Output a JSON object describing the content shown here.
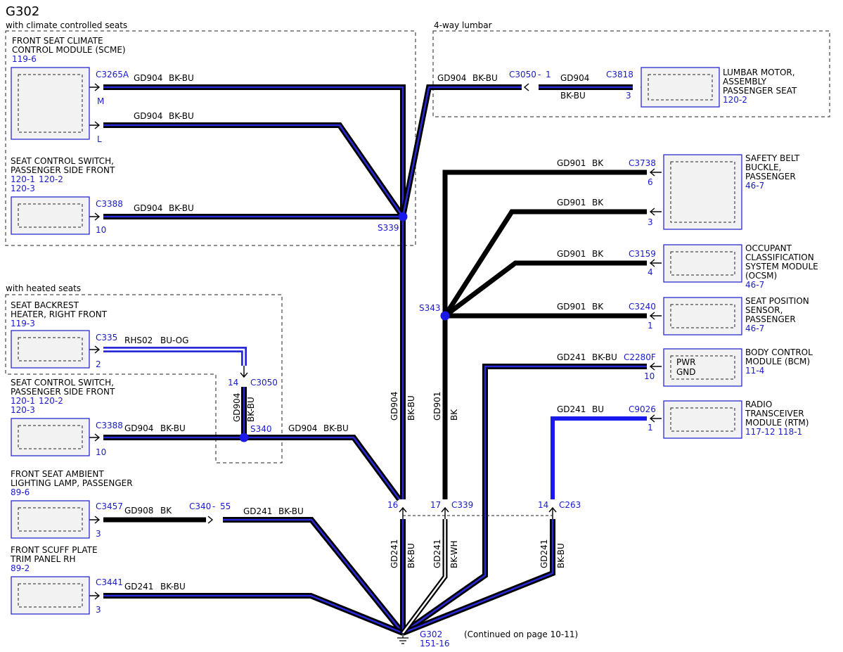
{
  "title": "G302",
  "groups": {
    "climate": "with climate controlled seats",
    "lumbar": "4-way lumbar",
    "heated": "with heated seats"
  },
  "components": {
    "scme": {
      "line1": "FRONT SEAT CLIMATE",
      "line2": "CONTROL MODULE (SCME)",
      "ref": "119-6"
    },
    "ssw1": {
      "line1": "SEAT CONTROL SWITCH,",
      "line2": "PASSENGER SIDE FRONT",
      "ref1": "120-1",
      "ref2": "120-2",
      "ref3": "120-3"
    },
    "lumbar": {
      "line1": "LUMBAR MOTOR,",
      "line2": "ASSEMBLY",
      "line3": "PASSENGER SEAT",
      "ref": "120-2"
    },
    "belt": {
      "line1": "SAFETY BELT",
      "line2": "BUCKLE,",
      "line3": "PASSENGER",
      "ref": "46-7"
    },
    "ocsm": {
      "line1": "OCCUPANT",
      "line2": "CLASSIFICATION",
      "line3": "SYSTEM MODULE",
      "line4": "(OCSM)",
      "ref": "46-7"
    },
    "sps": {
      "line1": "SEAT POSITION",
      "line2": "SENSOR,",
      "line3": "PASSENGER",
      "ref": "46-7"
    },
    "bcm": {
      "line1": "BODY CONTROL",
      "line2": "MODULE (BCM)",
      "ref": "11-4",
      "inner1": "PWR",
      "inner2": "GND"
    },
    "rtm": {
      "line1": "RADIO",
      "line2": "TRANSCEIVER",
      "line3": "MODULE (RTM)",
      "ref": "117-12 118-1"
    },
    "heater": {
      "line1": "SEAT BACKREST",
      "line2": "HEATER, RIGHT FRONT",
      "ref": "119-3"
    },
    "ssw2": {
      "line1": "SEAT CONTROL SWITCH,",
      "line2": "PASSENGER SIDE FRONT",
      "ref1": "120-1",
      "ref2": "120-2",
      "ref3": "120-3"
    },
    "lamp": {
      "line1": "FRONT SEAT AMBIENT",
      "line2": "LIGHTING LAMP, PASSENGER",
      "ref": "89-6"
    },
    "scuff": {
      "line1": "FRONT SCUFF PLATE",
      "line2": "TRIM PANEL RH",
      "ref": "89-2"
    }
  },
  "connectors": {
    "c3265a": "C3265A",
    "pin_m": "M",
    "pin_l": "L",
    "c3388a": "C3388",
    "pin10a": "10",
    "c3050a": "C3050",
    "c3050a_sep": "-",
    "c3050a_pin": "1",
    "c3818": "C3818",
    "pin3_lumbar": "3",
    "c3738": "C3738",
    "pin6": "6",
    "pin3_belt": "3",
    "c3159": "C3159",
    "pin4": "4",
    "c3240": "C3240",
    "pin1_sps": "1",
    "c2280f": "C2280F",
    "pin10_bcm": "10",
    "c9026": "C9026",
    "pin1_rtm": "1",
    "c335": "C335",
    "pin2": "2",
    "c3050b": "C3050",
    "pin14a": "14",
    "c3388b": "C3388",
    "pin10b": "10",
    "c3457": "C3457",
    "pin3_lamp": "3",
    "c340": "C340",
    "c340_sep": "-",
    "c340_pin": "55",
    "c3441": "C3441",
    "pin3_scuff": "3",
    "pin16": "16",
    "pin17": "17",
    "c339": "C339",
    "pin14b": "14",
    "c263": "C263"
  },
  "splices": {
    "s339": "S339",
    "s343": "S343",
    "s340": "S340"
  },
  "wires": {
    "gd904": "GD904",
    "bkbu": "BK-BU",
    "gd901": "GD901",
    "bk": "BK",
    "gd241": "GD241",
    "bu": "BU",
    "rhs02": "RHS02",
    "buog": "BU-OG",
    "gd908": "GD908",
    "bkwh": "BK-WH"
  },
  "ground": {
    "name": "G302",
    "ref": "151-16"
  },
  "note": "(Continued on page 10-11)",
  "colors": {
    "blue": "#1a1acc",
    "wire_blue": "#2a2ad8",
    "black": "#000000",
    "box_fill": "#f2f2f2"
  }
}
